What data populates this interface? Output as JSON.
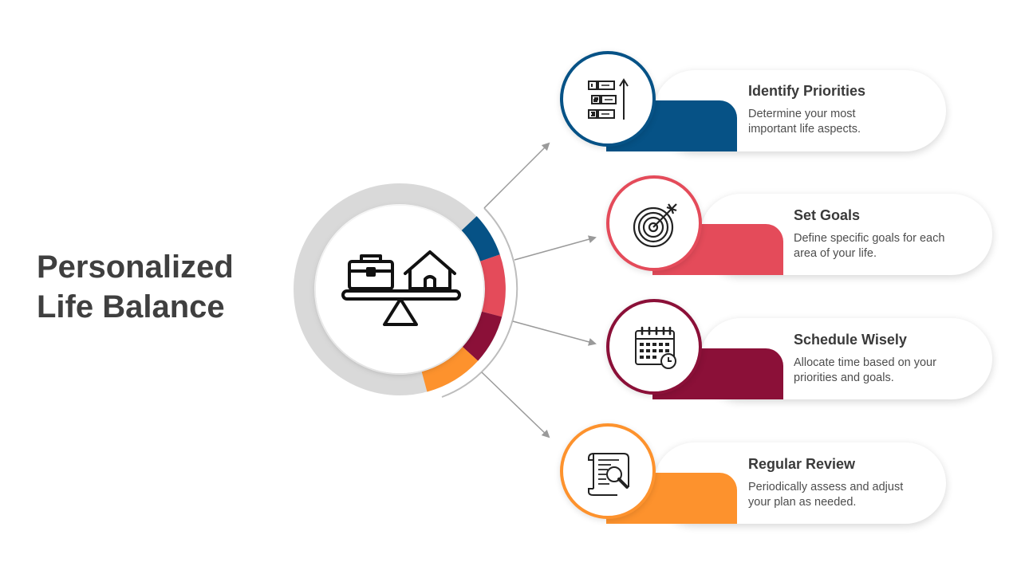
{
  "title": {
    "line1": "Personalized",
    "line2": "Life Balance"
  },
  "colors": {
    "blue": "#065286",
    "red": "#e44b5a",
    "maroon": "#8b1038",
    "orange": "#fd922d",
    "ring_gray": "#d9d9d9",
    "text_dark": "#3f3f3f"
  },
  "center": {
    "icon": "work-life-balance-scale-icon"
  },
  "steps": [
    {
      "title": "Identify Priorities",
      "desc_line1": "Determine your most",
      "desc_line2": "important life aspects.",
      "color": "#065286",
      "icon": "numbered-priority-list-icon"
    },
    {
      "title": "Set Goals",
      "desc_line1": "Define specific goals for each",
      "desc_line2": "area of your life.",
      "color": "#e44b5a",
      "icon": "target-arrow-icon"
    },
    {
      "title": "Schedule Wisely",
      "desc_line1": "Allocate time based on your",
      "desc_line2": "priorities and goals.",
      "color": "#8b1038",
      "icon": "calendar-clock-icon"
    },
    {
      "title": "Regular Review",
      "desc_line1": "Periodically assess and adjust",
      "desc_line2": "your plan as needed.",
      "color": "#fd922d",
      "icon": "document-magnifier-icon"
    }
  ]
}
